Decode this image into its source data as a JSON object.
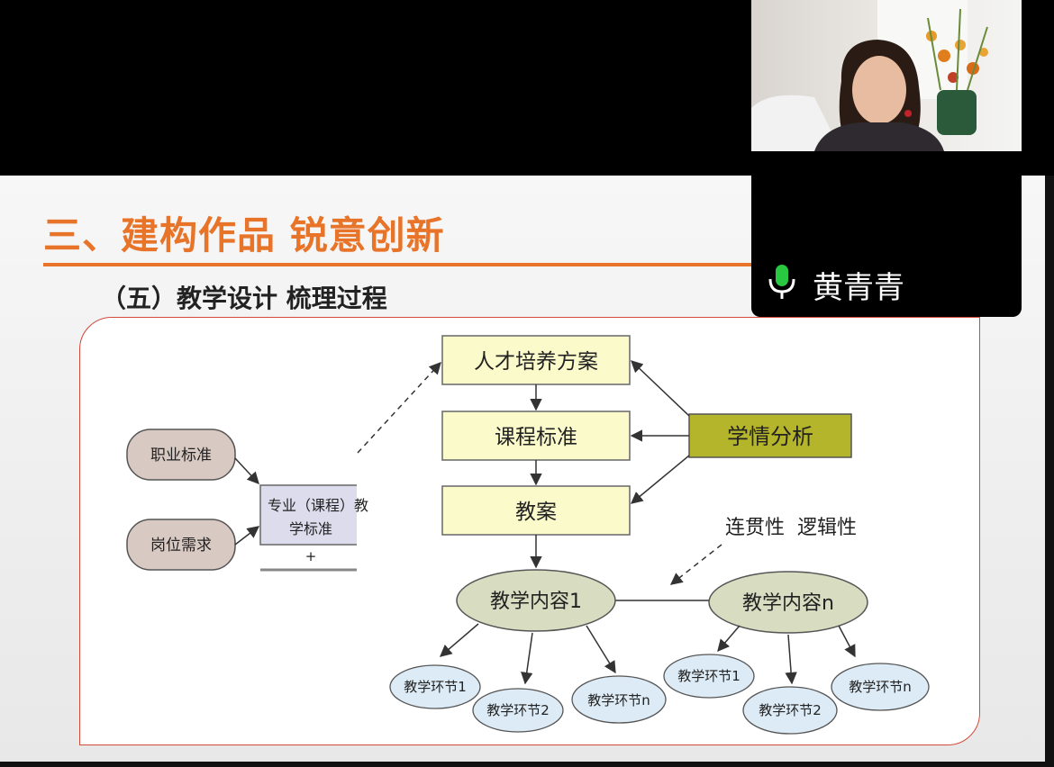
{
  "slide": {
    "title": "三、建构作品 锐意创新",
    "subtitle": "（五）教学设计 梳理过程"
  },
  "diagram": {
    "left_nodes": [
      "职业标准",
      "岗位需求"
    ],
    "standard_box": {
      "line1": "专业（课程）教",
      "line2": "学标准",
      "plus": "+"
    },
    "main_boxes": [
      "人才培养方案",
      "课程标准",
      "教案"
    ],
    "analysis_box": "学情分析",
    "annotation": "连贯性  逻辑性",
    "content_nodes": [
      "教学内容1",
      "教学内容n"
    ],
    "step_nodes_1": [
      "教学环节1",
      "教学环节2",
      "教学环节n"
    ],
    "step_nodes_n": [
      "教学环节1",
      "教学环节2",
      "教学环节n"
    ]
  },
  "participant": {
    "name": "黄青青",
    "mic_icon": "microphone-icon"
  },
  "colors": {
    "title_orange": "#e8742a",
    "box_yellow": "#fbfacb",
    "analysis_olive": "#b5b52c",
    "ellipse_grey": "#d8dcc0",
    "step_blue": "#dcebf5",
    "left_node": "#d9c9c3",
    "mic_green": "#28c840"
  }
}
